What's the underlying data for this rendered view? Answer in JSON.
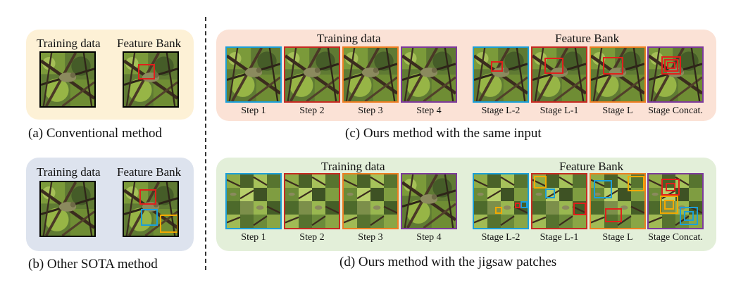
{
  "colors": {
    "panel_a": "#fdf1d6",
    "panel_b": "#dde3ee",
    "panel_c": "#fbe2d6",
    "panel_d": "#e3efd9",
    "border_blue": "#1c9fd8",
    "border_red": "#c62a22",
    "border_orange": "#ee7e23",
    "border_purple": "#7e3a9c",
    "box_red": "#e0201c",
    "box_blue": "#1c9fd8",
    "box_yellow": "#f2a900"
  },
  "panel_a": {
    "training_label": "Training data",
    "bank_label": "Feature Bank",
    "caption": "(a) Conventional method"
  },
  "panel_b": {
    "training_label": "Training data",
    "bank_label": "Feature Bank",
    "caption": "(b) Other SOTA  method"
  },
  "panel_c": {
    "training_label": "Training data",
    "bank_label": "Feature Bank",
    "caption": "(c) Ours method with the same input",
    "steps": [
      "Step 1",
      "Step 2",
      "Step 3",
      "Step 4"
    ],
    "stages": [
      "Stage L-2",
      "Stage L-1",
      "Stage L",
      "Stage Concat."
    ]
  },
  "panel_d": {
    "training_label": "Training data",
    "bank_label": "Feature Bank",
    "caption": "(d) Ours method with the jigsaw patches",
    "steps": [
      "Step 1",
      "Step 2",
      "Step 3",
      "Step 4"
    ],
    "stages": [
      "Stage L-2",
      "Stage L-1",
      "Stage L",
      "Stage Concat."
    ]
  },
  "icons": {
    "thumbnail": "bird-in-branches-image",
    "jigsaw": "jigsaw-shuffled-bird-image"
  }
}
